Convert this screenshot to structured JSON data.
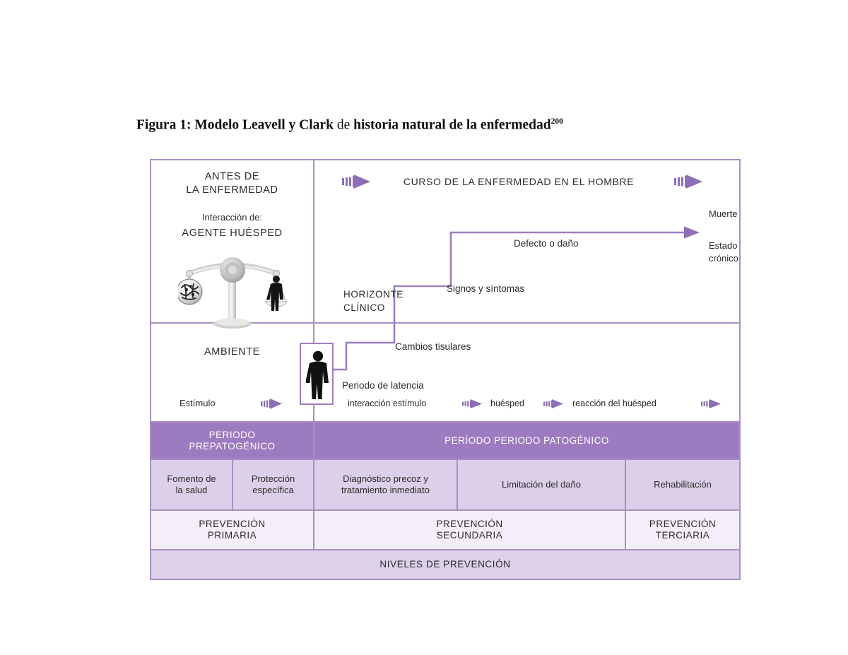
{
  "caption": {
    "bold_part": "Figura 1: Modelo Leavell y Clark",
    "mid_part": "de",
    "bold_part2": "historia natural de la enfermedad",
    "superscript": "200"
  },
  "colors": {
    "frame_border": "#a98fc4",
    "band_purple": "#9d7bc0",
    "row_lavender": "#dccfe9",
    "row_pale": "#f3eef8",
    "row_band": "#ddd1ea",
    "arrow_purple": "#8e6fb5",
    "line_purple": "#9d7fbe"
  },
  "prepathogenic": {
    "heading_line1": "ANTES  DE",
    "heading_line2": "LA ENFERMEDAD",
    "interaction_label": "Interacción de:",
    "agent_host": "AGENTE   HUÉSPED",
    "environment": "AMBIENTE",
    "stimulus": "Estímulo"
  },
  "pathogenic": {
    "course_title": "CURSO DE LA ENFERMEDAD EN EL HOMBRE",
    "death": "Muerte",
    "chronic_line1": "Estado",
    "chronic_line2": "crónico",
    "defect": "Defecto o daño",
    "signs": "Signos y síntomas",
    "horizon_line1": "HORIZONTE",
    "horizon_line2": "CLÍNICO",
    "tissue_changes": "Cambios tisulares",
    "latency": "Periodo de latencia",
    "flow": {
      "step1": "interacción  estímulo",
      "step2": "huésped",
      "step3": "reacción del huésped"
    }
  },
  "periods": {
    "prepathogenic_line1": "PERIODO",
    "prepathogenic_line2": "PREPATOGÉNICO",
    "pathogenic": "PERÍODO PERIODO  PATOGÉNICO"
  },
  "interventions": [
    {
      "line1": "Fomento de",
      "line2": "la salud"
    },
    {
      "line1": "Protección",
      "line2": "específica"
    },
    {
      "line1": "Diagnóstico precoz y",
      "line2": "tratamiento inmediato"
    },
    {
      "line1": "Limitación del daño",
      "line2": ""
    },
    {
      "line1": "Rehabilitación",
      "line2": ""
    }
  ],
  "prevention_levels": [
    {
      "line1": "PREVENCIÓN",
      "line2": "PRIMARIA"
    },
    {
      "line1": "PREVENCIÓN",
      "line2": "SECUNDARIA"
    },
    {
      "line1": "PREVENCIÓN",
      "line2": "TERCIARIA"
    }
  ],
  "footer_band": "NIVELES DE PREVENCIÓN",
  "icons": {
    "balance_scale": "balance-scale-icon",
    "germ_ball": "germ-ball-icon",
    "person": "person-icon",
    "motion_arrow": "motion-arrow-icon"
  }
}
